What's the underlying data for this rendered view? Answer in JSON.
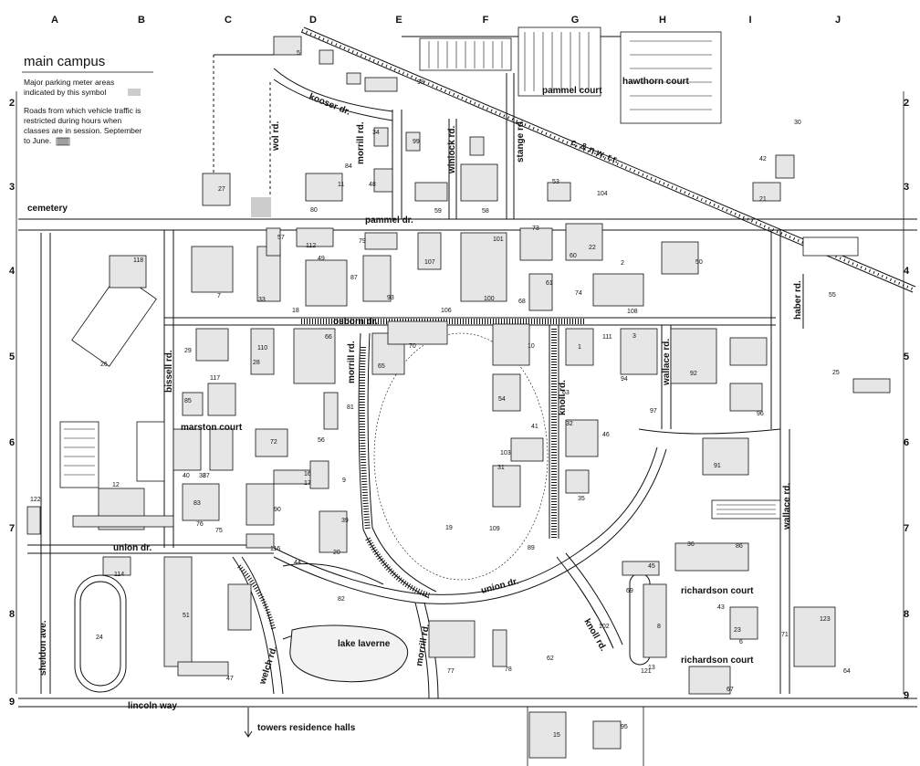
{
  "legend": {
    "title": "main campus",
    "parking_lines": [
      "Major parking meter areas",
      "indicated by this symbol"
    ],
    "restricted_lines": [
      "Roads from which vehicle traffic is",
      "restricted during hours when",
      "classes are in session. September",
      "to June."
    ]
  },
  "grid": {
    "columns": [
      "A",
      "B",
      "C",
      "D",
      "E",
      "F",
      "G",
      "H",
      "I",
      "J"
    ],
    "rows": [
      "2",
      "3",
      "4",
      "5",
      "6",
      "7",
      "8",
      "9"
    ]
  },
  "roads": {
    "kooser": "kooser dr.",
    "wol": "wol rd.",
    "morrill_n": "morrill rd.",
    "winlock": "winlock rd.",
    "stange": "stange rd.",
    "railroad": "c. & n.w. r.r.",
    "pammel": "pammel dr.",
    "osborn": "osborn dr.",
    "morrill_c": "morrill rd.",
    "bissell": "bissell rd.",
    "knoll_c": "knoll rd.",
    "wallace_n": "wallace rd.",
    "wallace_s": "wallace rd.",
    "haber": "haber rd.",
    "union_w": "union dr.",
    "union_c": "union dr.",
    "sheldon": "sheldon ave.",
    "welch": "welch rd.",
    "morrill_s": "morrill rd.",
    "knoll_s": "knoll rd.",
    "lincoln": "lincoln way",
    "towers": "towers residence halls"
  },
  "areas": {
    "cemetery": "cemetery",
    "pammel_court": "pammel court",
    "hawthorn_court": "hawthorn court",
    "marston_court": "marston court",
    "lake_laverne": "lake laverne",
    "richardson_court_n": "richardson court",
    "richardson_court_s": "richardson court"
  },
  "buildings": [
    {
      "n": "1"
    },
    {
      "n": "2"
    },
    {
      "n": "3"
    },
    {
      "n": "5"
    },
    {
      "n": "6"
    },
    {
      "n": "7"
    },
    {
      "n": "8"
    },
    {
      "n": "9"
    },
    {
      "n": "10"
    },
    {
      "n": "11"
    },
    {
      "n": "12"
    },
    {
      "n": "13"
    },
    {
      "n": "15"
    },
    {
      "n": "16"
    },
    {
      "n": "17"
    },
    {
      "n": "18"
    },
    {
      "n": "19"
    },
    {
      "n": "20"
    },
    {
      "n": "21"
    },
    {
      "n": "22"
    },
    {
      "n": "23"
    },
    {
      "n": "24"
    },
    {
      "n": "25"
    },
    {
      "n": "26"
    },
    {
      "n": "27"
    },
    {
      "n": "28"
    },
    {
      "n": "29"
    },
    {
      "n": "30"
    },
    {
      "n": "31"
    },
    {
      "n": "32"
    },
    {
      "n": "33"
    },
    {
      "n": "34"
    },
    {
      "n": "35"
    },
    {
      "n": "36"
    },
    {
      "n": "37"
    },
    {
      "n": "38"
    },
    {
      "n": "39"
    },
    {
      "n": "40"
    },
    {
      "n": "41"
    },
    {
      "n": "42"
    },
    {
      "n": "43"
    },
    {
      "n": "44"
    },
    {
      "n": "45"
    },
    {
      "n": "46"
    },
    {
      "n": "47"
    },
    {
      "n": "48"
    },
    {
      "n": "49"
    },
    {
      "n": "50"
    },
    {
      "n": "51"
    },
    {
      "n": "53"
    },
    {
      "n": "54"
    },
    {
      "n": "55"
    },
    {
      "n": "56"
    },
    {
      "n": "57"
    },
    {
      "n": "58"
    },
    {
      "n": "59"
    },
    {
      "n": "60"
    },
    {
      "n": "61"
    },
    {
      "n": "62"
    },
    {
      "n": "63"
    },
    {
      "n": "64"
    },
    {
      "n": "65"
    },
    {
      "n": "66"
    },
    {
      "n": "67"
    },
    {
      "n": "68"
    },
    {
      "n": "69"
    },
    {
      "n": "70"
    },
    {
      "n": "71"
    },
    {
      "n": "72"
    },
    {
      "n": "73"
    },
    {
      "n": "74"
    },
    {
      "n": "75"
    },
    {
      "n": "76"
    },
    {
      "n": "77"
    },
    {
      "n": "78"
    },
    {
      "n": "79"
    },
    {
      "n": "80"
    },
    {
      "n": "81"
    },
    {
      "n": "82"
    },
    {
      "n": "83"
    },
    {
      "n": "84"
    },
    {
      "n": "85"
    },
    {
      "n": "86"
    },
    {
      "n": "87"
    },
    {
      "n": "89"
    },
    {
      "n": "90"
    },
    {
      "n": "91"
    },
    {
      "n": "92"
    },
    {
      "n": "93"
    },
    {
      "n": "94"
    },
    {
      "n": "95"
    },
    {
      "n": "96"
    },
    {
      "n": "97"
    },
    {
      "n": "98"
    },
    {
      "n": "99"
    },
    {
      "n": "100"
    },
    {
      "n": "101"
    },
    {
      "n": "102"
    },
    {
      "n": "103"
    },
    {
      "n": "104"
    },
    {
      "n": "106"
    },
    {
      "n": "107"
    },
    {
      "n": "108"
    },
    {
      "n": "109"
    },
    {
      "n": "110"
    },
    {
      "n": "111"
    },
    {
      "n": "112"
    },
    {
      "n": "114"
    },
    {
      "n": "116"
    },
    {
      "n": "117"
    },
    {
      "n": "118"
    },
    {
      "n": "121"
    },
    {
      "n": "122"
    },
    {
      "n": "123"
    }
  ],
  "colors": {
    "ink": "#111111",
    "paper": "#ffffff",
    "building_fill": "#e6e6e6",
    "lake": "#f2f2f2"
  }
}
